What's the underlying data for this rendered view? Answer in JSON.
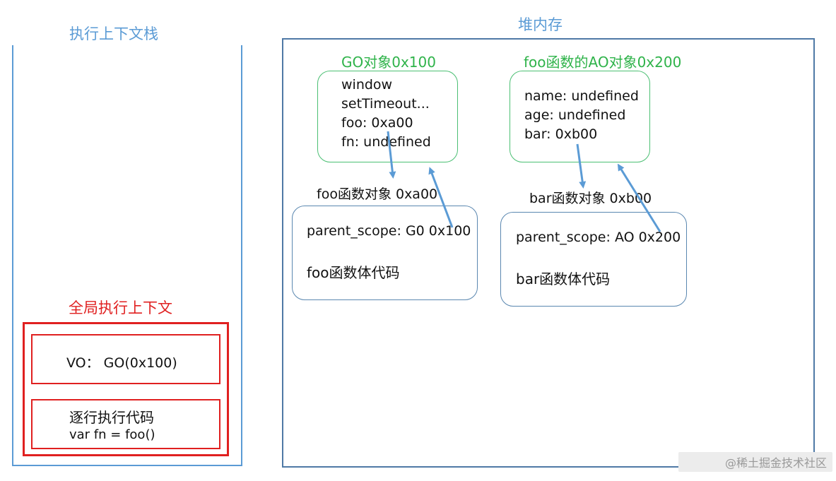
{
  "stack": {
    "title": "执行上下文栈",
    "global_context": {
      "title": "全局执行上下文",
      "vo_text": "VO： GO(0x100)",
      "exec_title": "逐行执行代码",
      "exec_code": "var fn = foo()"
    }
  },
  "heap": {
    "title": "堆内存",
    "go_object": {
      "title": "GO对象0x100",
      "lines": [
        "window",
        "setTimeout...",
        "foo: 0xa00",
        "fn: undefined"
      ]
    },
    "ao_object": {
      "title": "foo函数的AO对象0x200",
      "lines": [
        "name: undefined",
        "age: undefined",
        "bar: 0xb00"
      ]
    },
    "foo_function": {
      "label": "foo函数对象 0xa00",
      "parent_scope": "parent_scope: G0 0x100",
      "body": "foo函数体代码"
    },
    "bar_function": {
      "label": "bar函数对象 0xb00",
      "parent_scope": "parent_scope: AO 0x200",
      "body": "bar函数体代码"
    }
  },
  "watermark": "@稀土掘金技术社区",
  "colors": {
    "blue": "#5b9bd5",
    "green": "#2fb34a",
    "red": "#e02020",
    "arrow": "#5b9bd5"
  }
}
